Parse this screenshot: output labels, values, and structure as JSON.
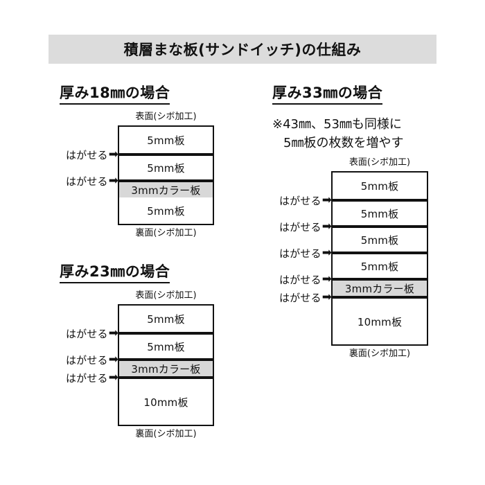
{
  "title": "積層まな板(サンドイッチ)の仕組み",
  "labels": {
    "front_face": "表面(シボ加工)",
    "back_face": "裏面(シボ加工)",
    "peelable": "はがせる",
    "arrow_icon": "➡"
  },
  "colors": {
    "banner_bg": "#dcdcdc",
    "color_board_fill": "#d8d8d8",
    "line": "#111111",
    "page_bg": "#ffffff"
  },
  "sections": [
    {
      "id": "18",
      "heading": "厚み18㎜の場合",
      "top_face": "表面(シボ加工)",
      "bottom_face": "裏面(シボ加工)",
      "layers": [
        {
          "label": "5mm板",
          "height": 38,
          "color_board": false,
          "peelable_above": false
        },
        {
          "label": "5mm板",
          "height": 38,
          "color_board": false,
          "peelable_above": true
        },
        {
          "label": "3mmカラー板",
          "height": 26,
          "color_board": true,
          "peelable_above": true
        },
        {
          "label": "5mm板",
          "height": 38,
          "color_board": false,
          "peelable_above": false
        }
      ]
    },
    {
      "id": "23",
      "heading": "厚み23㎜の場合",
      "top_face": "表面(シボ加工)",
      "bottom_face": "裏面(シボ加工)",
      "layers": [
        {
          "label": "5mm板",
          "height": 38,
          "color_board": false,
          "peelable_above": false
        },
        {
          "label": "5mm板",
          "height": 38,
          "color_board": false,
          "peelable_above": true
        },
        {
          "label": "3mmカラー板",
          "height": 26,
          "color_board": true,
          "peelable_above": true
        },
        {
          "label": "10mm板",
          "height": 70,
          "color_board": false,
          "peelable_above": true
        }
      ]
    },
    {
      "id": "33",
      "heading": "厚み33㎜の場合",
      "note_line_1": "※43㎜、53㎜も同様に",
      "note_line_2": "5㎜板の枚数を増やす",
      "top_face": "表面(シボ加工)",
      "bottom_face": "裏面(シボ加工)",
      "layers": [
        {
          "label": "5mm板",
          "height": 38,
          "color_board": false,
          "peelable_above": false
        },
        {
          "label": "5mm板",
          "height": 38,
          "color_board": false,
          "peelable_above": true
        },
        {
          "label": "5mm板",
          "height": 38,
          "color_board": false,
          "peelable_above": true
        },
        {
          "label": "5mm板",
          "height": 38,
          "color_board": false,
          "peelable_above": true
        },
        {
          "label": "3mmカラー板",
          "height": 26,
          "color_board": true,
          "peelable_above": true
        },
        {
          "label": "10mm板",
          "height": 70,
          "color_board": false,
          "peelable_above": true
        }
      ]
    }
  ]
}
